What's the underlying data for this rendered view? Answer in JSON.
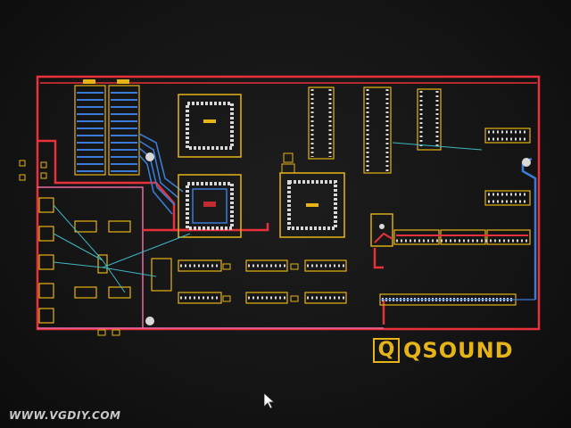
{
  "colors": {
    "background": "#171717",
    "board_outline": "#e8313a",
    "silkscreen": "#e6b416",
    "pad": "#d8d8d8",
    "trace_blue": "#3a7bd5",
    "trace_cyan": "#3fb7c4",
    "keepout_pink": "#e86aa6"
  },
  "logo": {
    "glyph": "Q",
    "text": "QSOUND"
  },
  "watermark": "WWW.VGDIY.COM",
  "icons": {
    "cursor": "mouse-pointer-icon"
  }
}
